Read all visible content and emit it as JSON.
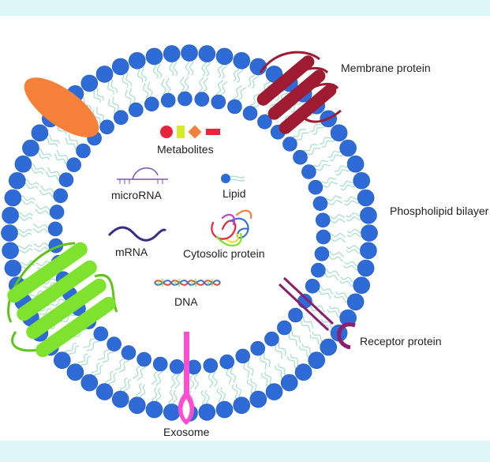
{
  "colors": {
    "band": "#dff6f9",
    "head": "#2e6bd6",
    "head_stroke": "#2458b8",
    "tail": "#a6dccb",
    "membrane_protein": "#9e1b32",
    "channel_protein": "#7ee22f",
    "channel_loop": "#5fc41a",
    "ellipse_protein": "#f5803a",
    "receptor_protein": "#8b1e6d",
    "exosome_marker": "#ff4fd0",
    "mrna": "#3a2f86",
    "microrna": "#7b52b8",
    "dna_strand_a": "#e8473c",
    "dna_strand_b": "#3b6fd8"
  },
  "labels": {
    "membrane_protein": "Membrane protein",
    "phospholipid_bilayer": "Phospholipid bilayer",
    "receptor_protein": "Receptor protein",
    "exosome": "Exosome",
    "metabolites": "Metabolites",
    "microrna": "microRNA",
    "lipid": "Lipid",
    "mrna": "mRNA",
    "cytosolic_protein": "Cytosolic protein",
    "dna": "DNA"
  },
  "metabolites": [
    {
      "shape": "circle",
      "color": "#e8233a"
    },
    {
      "shape": "square",
      "color": "#d6ea2c"
    },
    {
      "shape": "diamond",
      "color": "#f5803a"
    },
    {
      "shape": "bar",
      "color": "#e8233a"
    }
  ]
}
